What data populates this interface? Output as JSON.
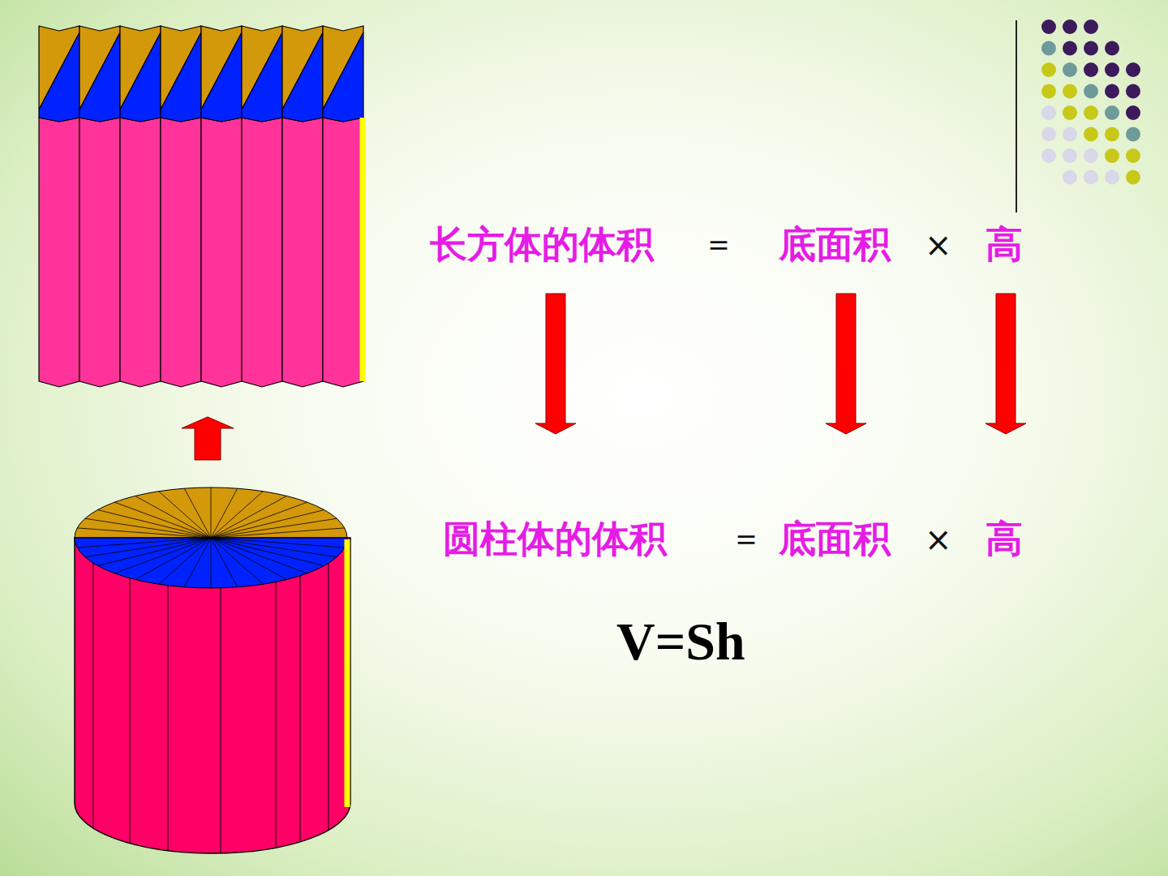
{
  "diagram": {
    "labels": [
      "长方体的体积",
      "＝",
      "底面积",
      "×",
      "高",
      "圆柱体的体积",
      "＝",
      "底面积",
      "×",
      "高",
      "V=Sh"
    ]
  }
}
